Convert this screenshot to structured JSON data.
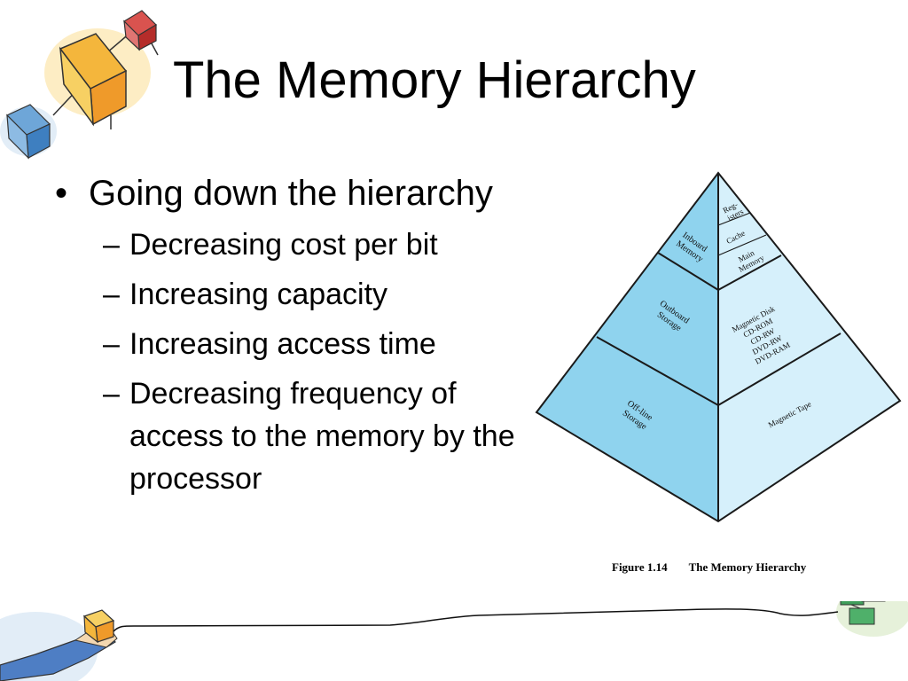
{
  "slide": {
    "title": "The Memory Hierarchy",
    "main_bullet": "Going down the hierarchy",
    "sub_bullets": [
      "Decreasing cost per bit",
      "Increasing capacity",
      "Increasing access time",
      "Decreasing frequency of access to the memory by the processor"
    ]
  },
  "figure": {
    "caption_number": "Figure 1.14",
    "caption_title": "The Memory Hierarchy",
    "left_face": {
      "inboard_line1": "Inboard",
      "inboard_line2": "Memory",
      "outboard_line1": "Outboard",
      "outboard_line2": "Storage",
      "offline_line1": "Off-line",
      "offline_line2": "Storage"
    },
    "right_face": {
      "registers_line1": "Reg-",
      "registers_line2": "isters",
      "cache": "Cache",
      "main_memory_line1": "Main",
      "main_memory_line2": "Memory",
      "magnetic_disk": "Magnetic Disk",
      "cd_rom": "CD-ROM",
      "cd_rw": "CD-RW",
      "dvd_rw": "DVD-RW",
      "dvd_ram": "DVD-RAM",
      "magnetic_tape": "Magnetic Tape"
    },
    "colors": {
      "left_face": "#8fd3ee",
      "right_face": "#d6f0fb",
      "outline": "#1a1a1a"
    }
  }
}
